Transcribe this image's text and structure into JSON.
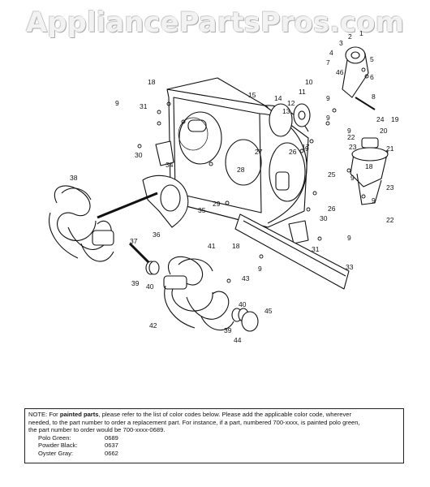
{
  "watermark": "AppliancePartsPros.com",
  "part_labels": [
    "1",
    "2",
    "3",
    "4",
    "5",
    "6",
    "7",
    "8",
    "9",
    "9",
    "9",
    "9",
    "9",
    "9",
    "9",
    "9",
    "9",
    "10",
    "11",
    "12",
    "13",
    "14",
    "15",
    "17",
    "18",
    "18",
    "18",
    "19",
    "20",
    "21",
    "22",
    "22",
    "23",
    "23",
    "24",
    "25",
    "26",
    "26",
    "27",
    "28",
    "29",
    "30",
    "30",
    "31",
    "31",
    "33",
    "34",
    "35",
    "36",
    "37",
    "38",
    "39",
    "39",
    "40",
    "40",
    "41",
    "42",
    "43",
    "44",
    "45",
    "46"
  ],
  "note": {
    "prefix": "NOTE: For ",
    "bold": "painted parts",
    "line1_rest": ", please refer to the list of color codes below. Please add the applicable color code, wherever",
    "line2": "needed, to the part number to order a replacement part. For instance, if a part, numbered 700-xxxx, is painted polo green,",
    "line3": "the part number to order would be 700-xxxx-0689.",
    "colors": [
      {
        "name": "Polo Green:",
        "code": "0689"
      },
      {
        "name": "Powder Black:",
        "code": "0637"
      },
      {
        "name": "Oyster Gray:",
        "code": "0662"
      }
    ]
  }
}
